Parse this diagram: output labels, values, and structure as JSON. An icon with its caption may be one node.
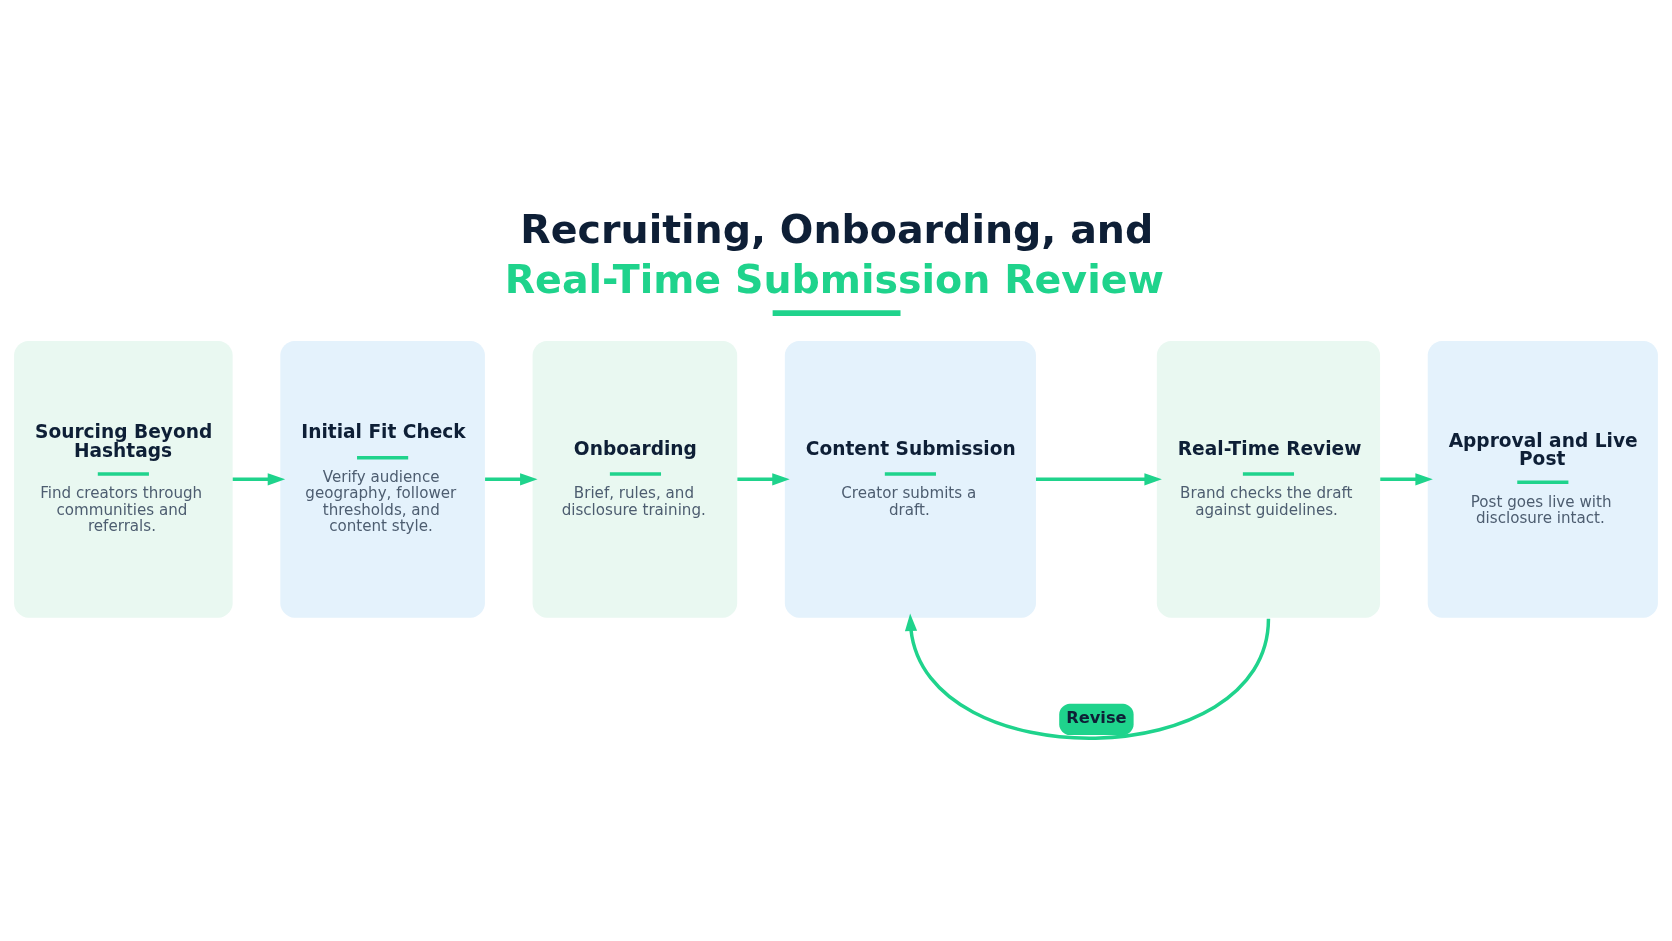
{
  "diagram": {
    "title": "Recruiting, Onboarding, and Real-Time Submission Review",
    "nodes": [
      {
        "text": [
          "Sourcing Beyond Hashtags",
          "Find creators through communities and referrals."
        ]
      },
      {
        "text": [
          "Initial Fit Check",
          "Verify audience geography, follower thresholds, and content style."
        ]
      },
      {
        "text": [
          "Onboarding",
          "Brief, rules, and disclosure training."
        ]
      },
      {
        "text": [
          "Content Submission",
          "Creator submits a draft."
        ]
      },
      {
        "text": [
          "Real-Time Review",
          "Brand checks the draft against guidelines."
        ]
      },
      {
        "text": [
          "Approval and Live Post",
          "Post goes live with disclosure intact."
        ]
      }
    ],
    "edges": [
      {
        "from": 0,
        "to": 1,
        "arrow": "to"
      },
      {
        "from": 1,
        "to": 2,
        "arrow": "to"
      },
      {
        "from": 2,
        "to": 3,
        "arrow": "to"
      },
      {
        "from": 3,
        "to": 4,
        "arrow": "to"
      },
      {
        "from": 4,
        "to": 5,
        "arrow": "to"
      },
      {
        "from": 4,
        "to": 3,
        "arrow": "to",
        "label": "Revise"
      }
    ]
  }
}
